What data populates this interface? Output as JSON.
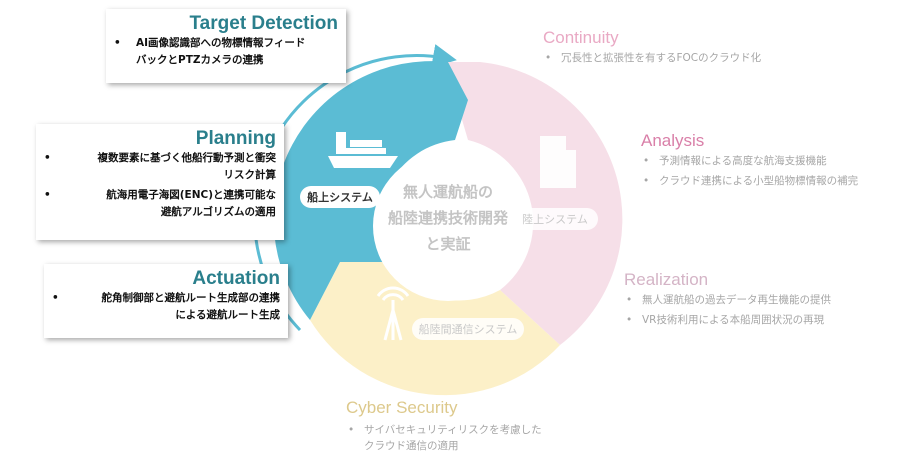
{
  "center": {
    "line1": "無人運航船の",
    "line2": "船陸連携技術開発",
    "line3": "と実証"
  },
  "segments": {
    "ship": "船上システム",
    "land": "陸上システム",
    "comm": "船陸間通信システム"
  },
  "left_cards": [
    {
      "title": "Target Detection",
      "bullets": [
        "AI画像認識部への物標情報フィード",
        "バックとPTZカメラの連携"
      ],
      "single_bullet": true
    },
    {
      "title": "Planning",
      "bullets": [
        "複数要素に基づく他船行動予測と衝突",
        "リスク計算",
        "航海用電子海図(ENC)と連携可能な",
        "避航アルゴリズムの適用"
      ]
    },
    {
      "title": "Actuation",
      "bullets": [
        "舵角制御部と避航ルート生成部の連携",
        "による避航ルート生成"
      ]
    }
  ],
  "right_items": [
    {
      "title": "Continuity",
      "bullets": [
        "冗長性と拡張性を有するFOCのクラウド化"
      ]
    },
    {
      "title": "Analysis",
      "bullets": [
        "予測情報による高度な航海支援機能",
        "クラウド連携による小型船物標情報の補完"
      ]
    },
    {
      "title": "Realization",
      "bullets": [
        "無人運航船の過去データ再生機能の提供",
        "VR技術利用による本船周囲状況の再現"
      ]
    },
    {
      "title": "Cyber Security",
      "bullets": [
        "サイバセキュリティリスクを考慮した",
        "クラウド通信の適用"
      ]
    }
  ],
  "colors": {
    "teal": "#5bbcd4",
    "pink": "#f6dfe8",
    "yellow": "#fcf0c8",
    "title_teal": "#2a7f8c",
    "continuity": "#e9a9c4",
    "analysis": "#d97fa8",
    "realization": "#d4b4c6",
    "cyber": "#ddc98c"
  }
}
